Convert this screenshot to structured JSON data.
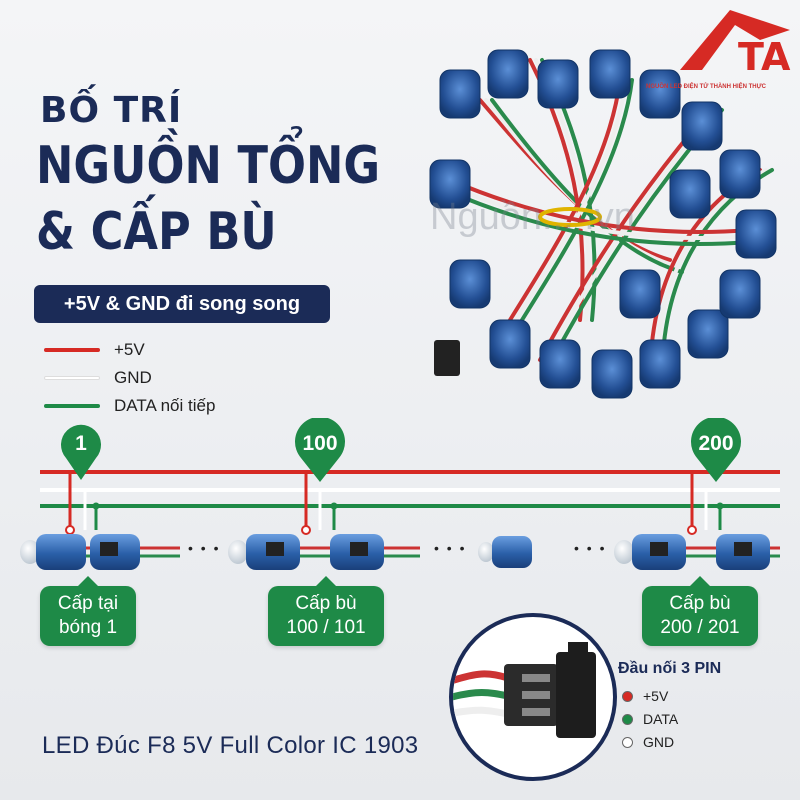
{
  "title": {
    "line1": "BỐ TRÍ",
    "line2": "NGUỒN TỔNG",
    "line3": "& CẤP BÙ",
    "subtitle": "+5V & GND đi song song"
  },
  "legend": [
    {
      "label": "+5V",
      "color": "#d62a24"
    },
    {
      "label": "GND",
      "color": "#ffffff"
    },
    {
      "label": "DATA nối tiếp",
      "color": "#1e8a47"
    }
  ],
  "pins": [
    {
      "label": "1"
    },
    {
      "label": "100"
    },
    {
      "label": "200"
    }
  ],
  "callouts": [
    {
      "line1": "Cấp tại",
      "line2": "bóng 1"
    },
    {
      "line1": "Cấp bù",
      "line2": "100 / 101"
    },
    {
      "line1": "Cấp bù",
      "line2": "200 / 201"
    }
  ],
  "ellipsis": "• • •",
  "connector": {
    "title": "Đầu nối 3 PIN",
    "pins": [
      {
        "label": "+5V",
        "color": "#d62a24"
      },
      {
        "label": "DATA",
        "color": "#1e8a47"
      },
      {
        "label": "GND",
        "color": "#ffffff"
      }
    ]
  },
  "product_name": "LED Đúc F8 5V Full Color IC 1903",
  "watermark": "Nguồn... .vn",
  "logo_caption": "NGUỒN LED ĐIỆN TỬ THÀNH HIỆN THỰC",
  "colors": {
    "navy": "#1b2b57",
    "green": "#1e8a47",
    "red": "#d62a24",
    "led_blue": "#2a5fa8"
  }
}
